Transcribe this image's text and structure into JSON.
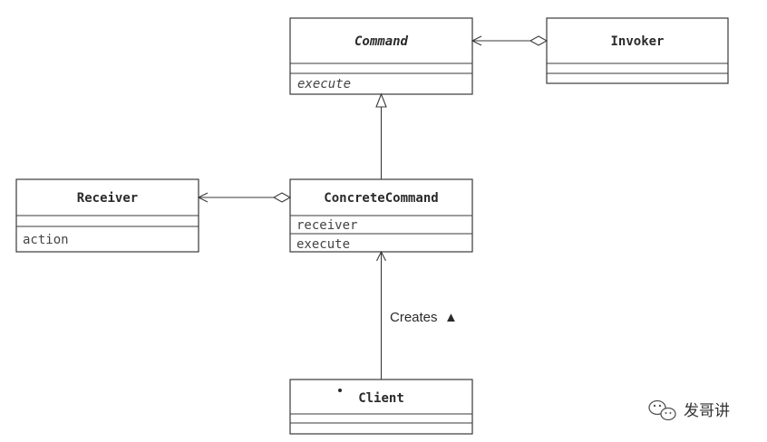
{
  "classes": {
    "command": {
      "name": "Command",
      "methods": [
        "execute"
      ]
    },
    "invoker": {
      "name": "Invoker"
    },
    "receiver": {
      "name": "Receiver",
      "methods": [
        "action"
      ]
    },
    "concrete_command": {
      "name": "ConcreteCommand",
      "fields": [
        "receiver"
      ],
      "methods": [
        "execute"
      ]
    },
    "client": {
      "name": "Client"
    }
  },
  "associations": {
    "creates_label": "Creates",
    "creates_marker": "▲"
  },
  "watermark": {
    "text": "发哥讲"
  }
}
